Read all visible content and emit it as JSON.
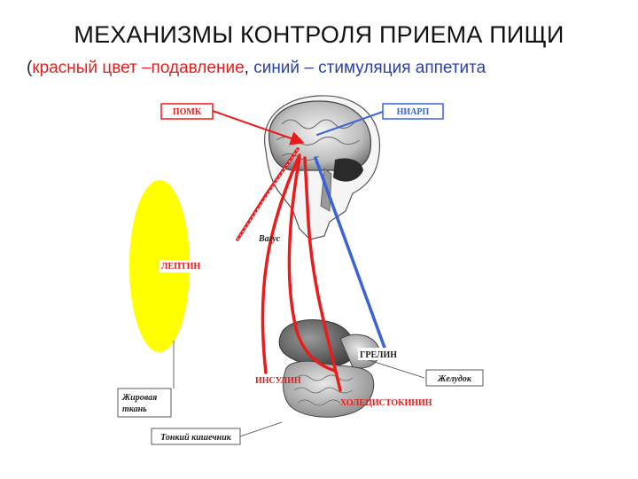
{
  "title": "МЕХАНИЗМЫ КОНТРОЛЯ ПРИЕМА ПИЩИ",
  "subtitle": {
    "open": "(",
    "red_part": "красный цвет –подавление",
    "sep": ", ",
    "blue_part": "синий – стимуляция аппетита"
  },
  "labels": {
    "pomk": "ПОМК",
    "niarp": "НИАРП",
    "vagus": "Вагус",
    "leptin": "ЛЕПТИН",
    "grelin": "ГРЕЛИН",
    "insulin": "ИНСУЛИН",
    "stomach": "Желудок",
    "cholecystokinin": "ХОЛЕЦИСТОКИНИН",
    "fat_line1": "Жировая",
    "fat_line2": "ткань",
    "small_intestine": "Тонкий кишечник"
  },
  "colors": {
    "suppress": "#e81c1c",
    "stimulate": "#3b63d8",
    "fat": "#ffff00"
  }
}
